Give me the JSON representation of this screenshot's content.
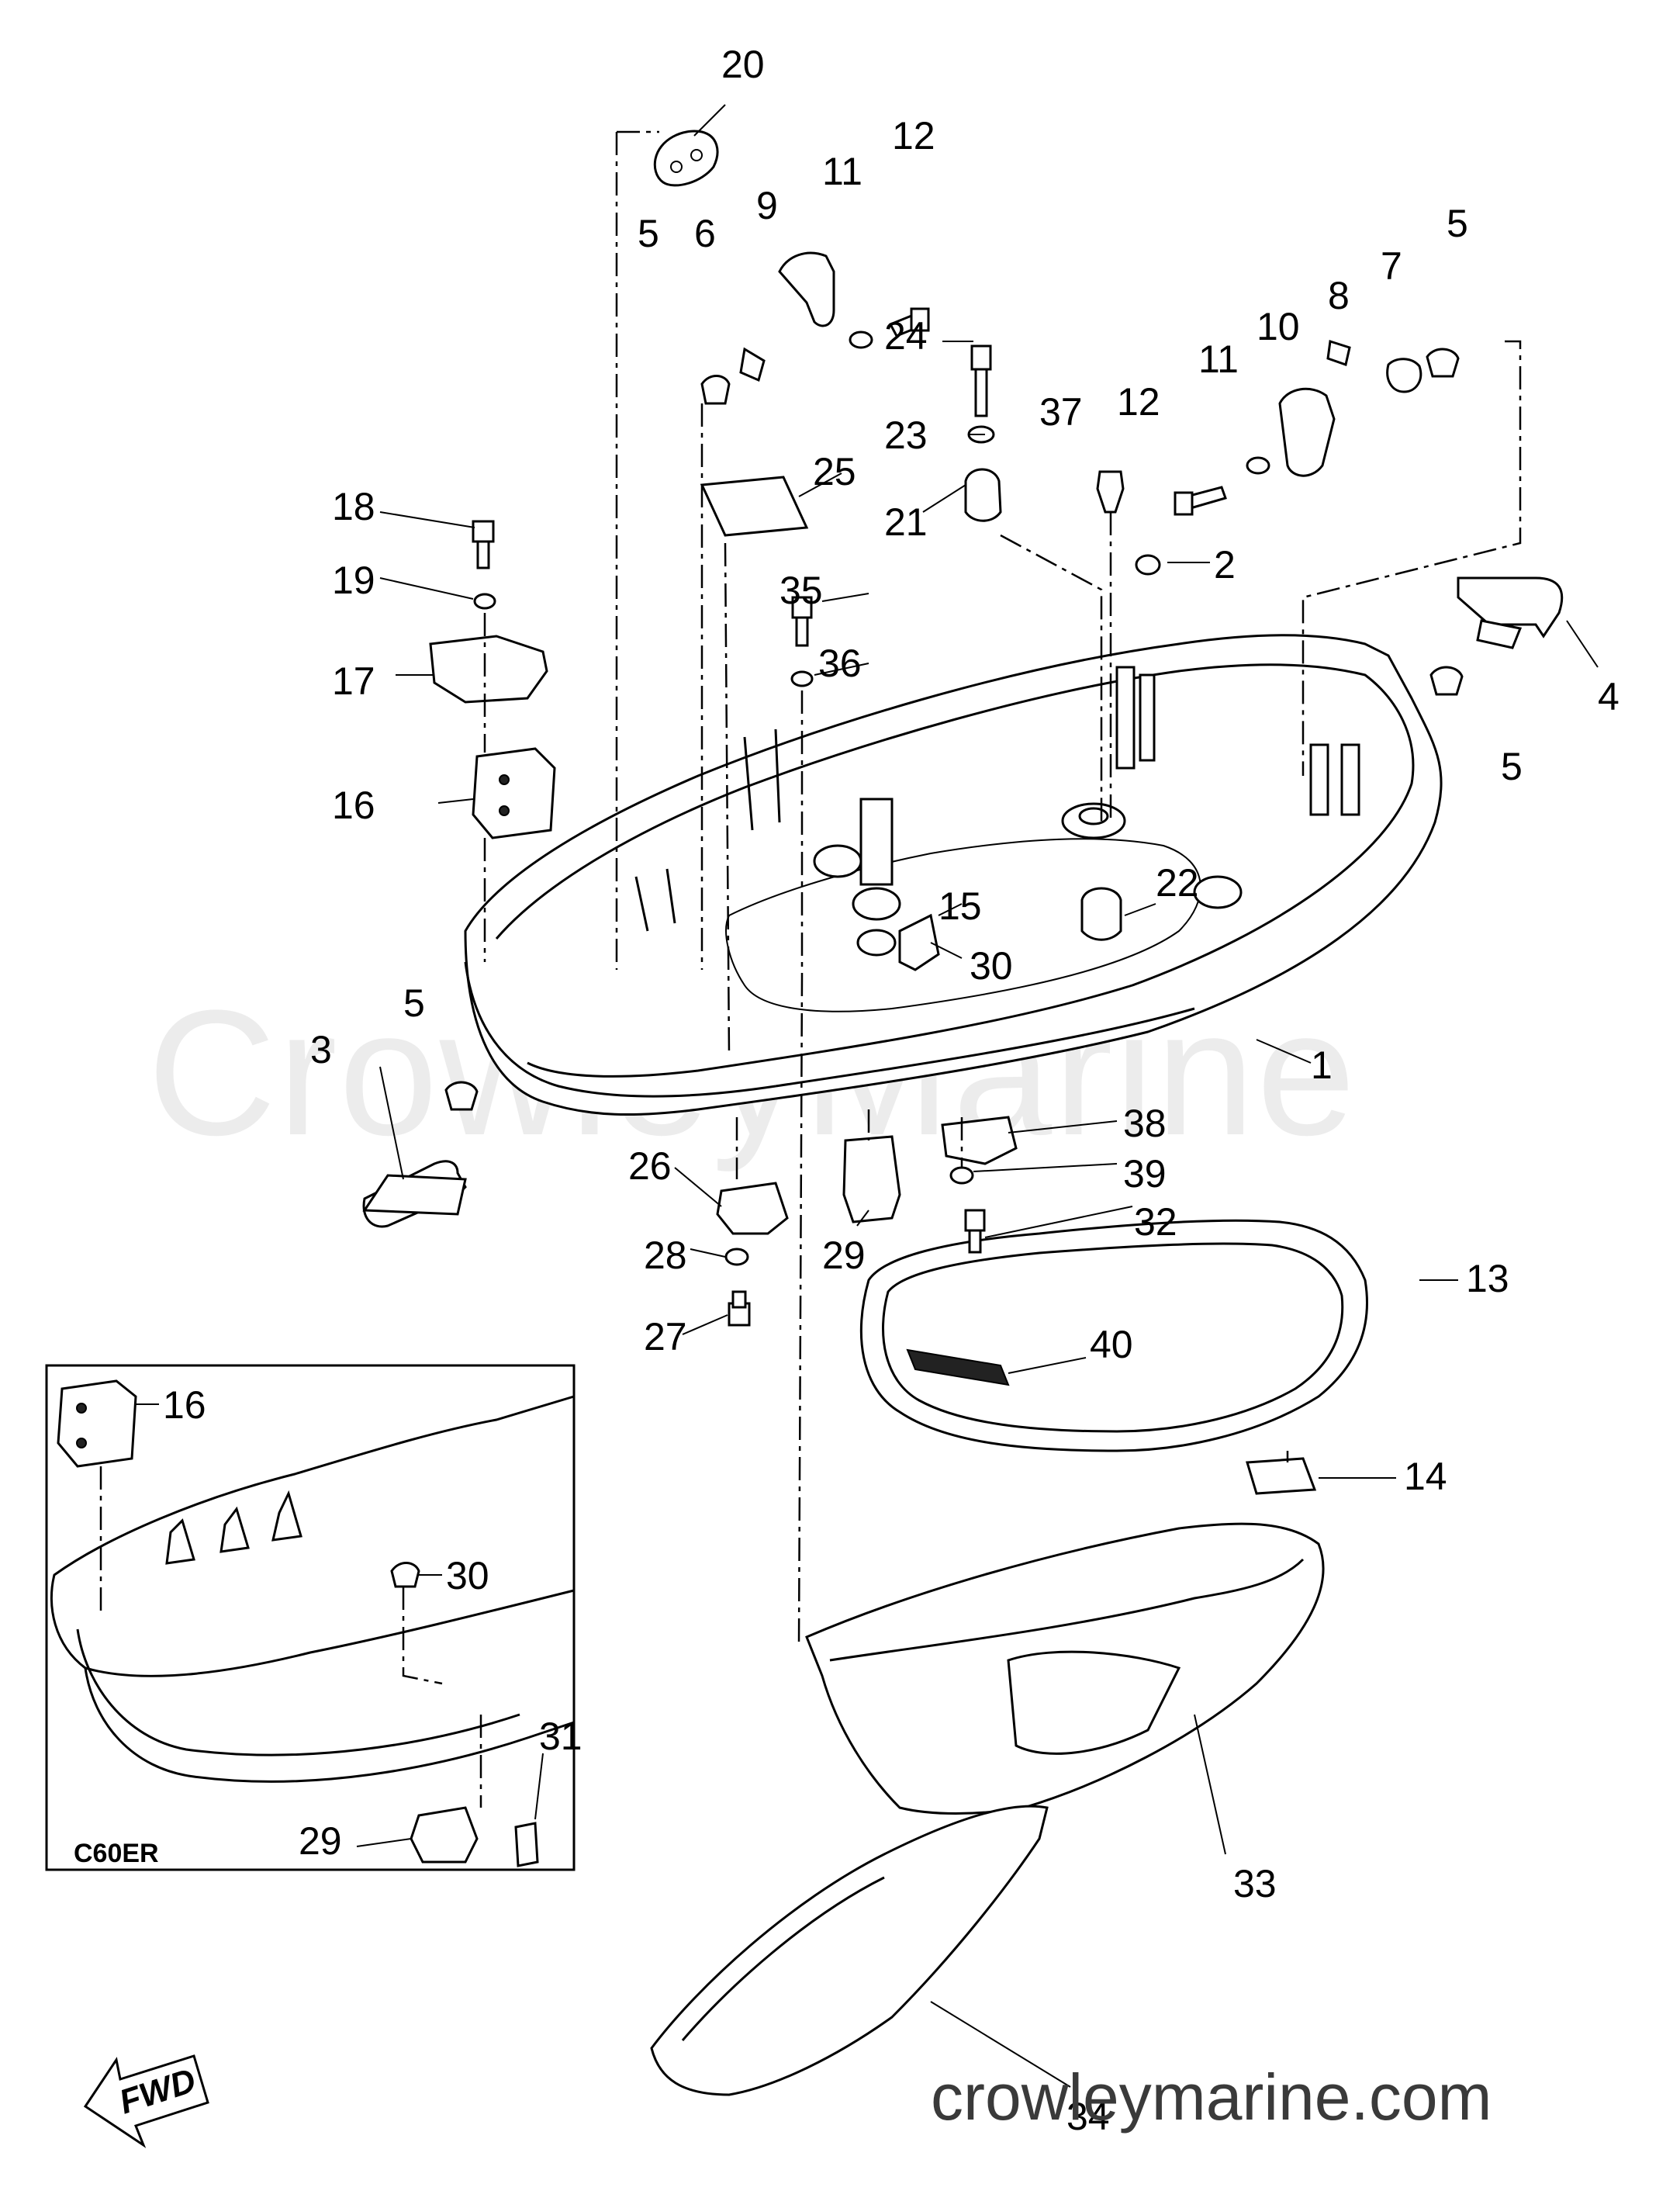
{
  "watermark": "CrowleyMarine",
  "site_url": "crowleymarine.com",
  "inset_label": "C60ER",
  "fwd_label": "FWD",
  "callouts": [
    {
      "id": "c1",
      "text": "1"
    },
    {
      "id": "c2",
      "text": "2"
    },
    {
      "id": "c3",
      "text": "3"
    },
    {
      "id": "c4",
      "text": "4"
    },
    {
      "id": "c5a",
      "text": "5"
    },
    {
      "id": "c5b",
      "text": "5"
    },
    {
      "id": "c5c",
      "text": "5"
    },
    {
      "id": "c5d",
      "text": "5"
    },
    {
      "id": "c6",
      "text": "6"
    },
    {
      "id": "c7",
      "text": "7"
    },
    {
      "id": "c8",
      "text": "8"
    },
    {
      "id": "c9",
      "text": "9"
    },
    {
      "id": "c10",
      "text": "10"
    },
    {
      "id": "c11a",
      "text": "11"
    },
    {
      "id": "c11b",
      "text": "11"
    },
    {
      "id": "c12a",
      "text": "12"
    },
    {
      "id": "c12b",
      "text": "12"
    },
    {
      "id": "c13",
      "text": "13"
    },
    {
      "id": "c14",
      "text": "14"
    },
    {
      "id": "c15",
      "text": "15"
    },
    {
      "id": "c16a",
      "text": "16"
    },
    {
      "id": "c16b",
      "text": "16"
    },
    {
      "id": "c17",
      "text": "17"
    },
    {
      "id": "c18",
      "text": "18"
    },
    {
      "id": "c19",
      "text": "19"
    },
    {
      "id": "c20",
      "text": "20"
    },
    {
      "id": "c21",
      "text": "21"
    },
    {
      "id": "c22",
      "text": "22"
    },
    {
      "id": "c23",
      "text": "23"
    },
    {
      "id": "c24",
      "text": "24"
    },
    {
      "id": "c25",
      "text": "25"
    },
    {
      "id": "c26",
      "text": "26"
    },
    {
      "id": "c27",
      "text": "27"
    },
    {
      "id": "c28",
      "text": "28"
    },
    {
      "id": "c29a",
      "text": "29"
    },
    {
      "id": "c29b",
      "text": "29"
    },
    {
      "id": "c30a",
      "text": "30"
    },
    {
      "id": "c30b",
      "text": "30"
    },
    {
      "id": "c31",
      "text": "31"
    },
    {
      "id": "c32",
      "text": "32"
    },
    {
      "id": "c33",
      "text": "33"
    },
    {
      "id": "c34",
      "text": "34"
    },
    {
      "id": "c35",
      "text": "35"
    },
    {
      "id": "c36",
      "text": "36"
    },
    {
      "id": "c37",
      "text": "37"
    },
    {
      "id": "c38",
      "text": "38"
    },
    {
      "id": "c39",
      "text": "39"
    },
    {
      "id": "c40",
      "text": "40"
    }
  ]
}
